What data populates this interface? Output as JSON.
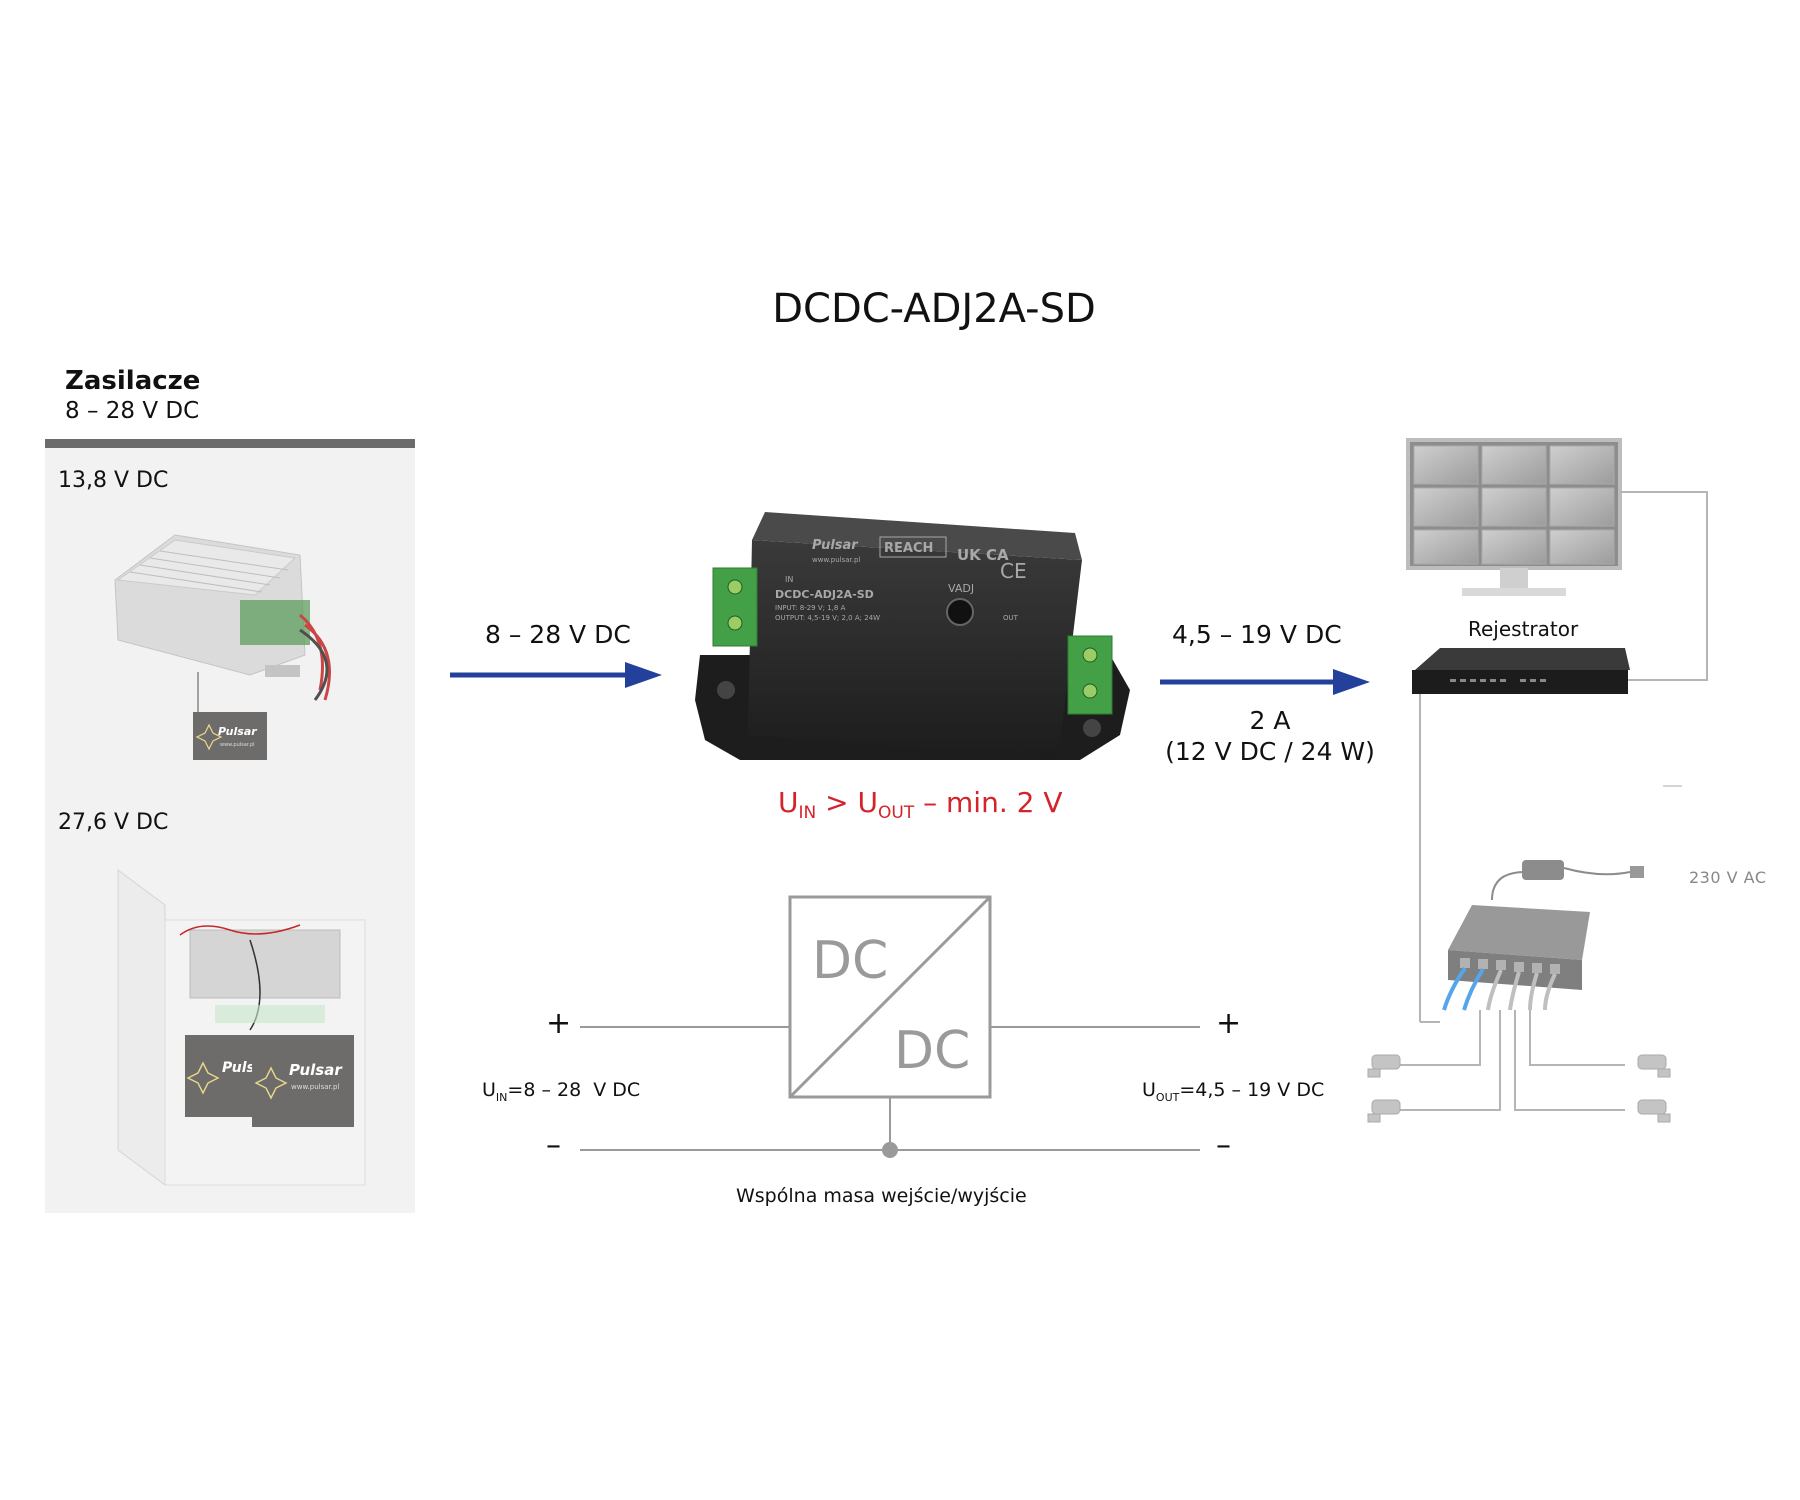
{
  "title": "DCDC-ADJ2A-SD",
  "left_panel": {
    "heading": "Zasilacze",
    "subheading": "8 – 28 V DC",
    "psu_1_voltage": "13,8 V DC",
    "psu_2_voltage": "27,6 V DC",
    "brand": "Pulsar",
    "brand_url": "www.pulsar.pl"
  },
  "input_arrow_label": "8 – 28 V DC",
  "output_arrow_label": "4,5 – 19 V DC",
  "output_current": {
    "line1": "2 A",
    "line2": "(12 V DC / 24 W)"
  },
  "condition": {
    "u": "U",
    "in_sub": "IN",
    "gt": " > ",
    "out_sub": "OUT",
    "rest": " – min. 2 V"
  },
  "module": {
    "brand": "Pulsar",
    "brand_url": "www.pulsar.pl",
    "model": "DCDC-ADJ2A-SD",
    "input": "INPUT: 8-29 V; 1,8 A",
    "output": "OUTPUT: 4,5-19 V; 2,0 A; 24W",
    "reach": "REACH",
    "ukca": "UK CA",
    "ce": "CE",
    "vadj": "VADJ",
    "in_label": "IN",
    "out_label": "OUT"
  },
  "schematic": {
    "dc_top": "DC",
    "dc_bottom": "DC",
    "plus_left": "+",
    "minus_left": "–",
    "plus_right": "+",
    "minus_right": "–",
    "uin": {
      "u": "U",
      "sub": "IN",
      "value": "=8 – 28  V DC"
    },
    "uout": {
      "u": "U",
      "sub": "OUT",
      "value": "=4,5 – 19 V DC"
    },
    "ground_label": "Wspólna masa wejście/wyjście"
  },
  "right_side": {
    "recorder_label": "Rejestrator",
    "mains_label": "230 V AC"
  },
  "colors": {
    "arrow": "#23419a",
    "condition_red": "#d4232b",
    "panel_bg": "#f2f2f2",
    "panel_bar": "#6b6b6b",
    "schematic_gray": "#9a9a9a"
  }
}
